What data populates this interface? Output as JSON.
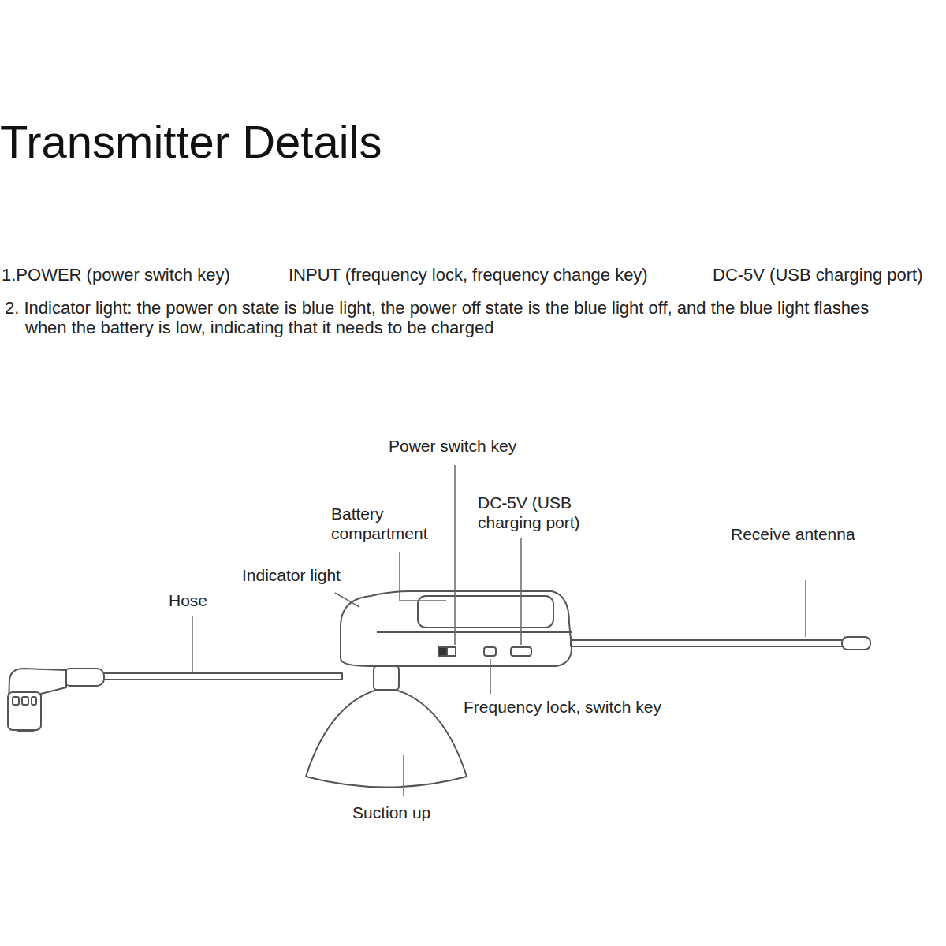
{
  "diagram": {
    "title": "Transmitter Details",
    "labels": [
      "1.POWER (power switch key)",
      "INPUT (frequency lock, frequency change key)",
      "DC-5V (USB charging port)",
      "2. Indicator light: the power on state is blue light, the power off state is the blue light off, and the blue light flashes when the battery is low, indicating that it needs to be charged",
      "Power switch key",
      "Battery compartment",
      "DC-5V (USB charging port)",
      "Receive antenna",
      "Indicator light",
      "Hose",
      "Frequency lock, switch key",
      "Suction up"
    ]
  }
}
